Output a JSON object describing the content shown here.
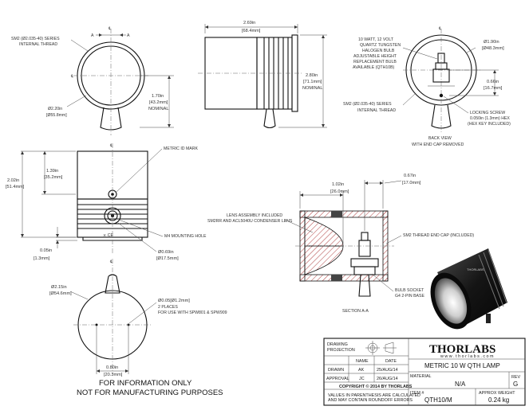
{
  "top_left": {
    "thread_label": [
      "SM2 (Ø2.035-40) SERIES",
      "INTERNAL THREAD"
    ],
    "diameter": [
      "Ø2.20in",
      "[Ø55.8mm]"
    ],
    "height": [
      "1.70in",
      "[43.2mm]",
      "NOMINAL"
    ],
    "section_mark": "A"
  },
  "top_middle": {
    "width": [
      "2.69in",
      "[68.4mm]"
    ],
    "length": [
      "2.80in",
      "[71.1mm]",
      "NOMINAL"
    ]
  },
  "back_view": {
    "bulb_label": [
      "10 WATT, 12 VOLT",
      "QUARTZ TUNGSTEN",
      "HALOGEN BULB",
      "ADJUSTABLE HEIGHT",
      "REPLACEMENT BULB",
      "AVAILABLE (QTH10B)"
    ],
    "diameter": [
      "Ø1.90in",
      "[Ø48.3mm]"
    ],
    "offset": [
      "0.66in",
      "[16.7mm]"
    ],
    "thread_label": [
      "SM2 (Ø2.035-40) SERIES",
      "INTERNAL THREAD"
    ],
    "screw_label": [
      "LOCKING SCREW",
      "0.050in (1.3mm) HEX",
      "(HEX KEY INCLUDED)"
    ],
    "caption": [
      "BACK VIEW",
      "WITH END CAP REMOVED"
    ]
  },
  "front_view": {
    "metric_mark": "METRIC ID MARK",
    "height_total": [
      "2.02in",
      "[51.4mm]"
    ],
    "height_upper": [
      "1.39in",
      "[35.2mm]"
    ],
    "mounting_hole": "M4 MOUNTING HOLE",
    "hole_diameter": [
      "Ø0.69in",
      "[Ø17.5mm]"
    ],
    "bottom_gap": [
      "0.05in",
      "[1.3mm]"
    ],
    "ce_mark": "⨯ CE"
  },
  "bottom_view": {
    "diameter": [
      "Ø2.15in",
      "[Ø54.6mm]"
    ],
    "holes": [
      "Ø0.05[Ø1.2mm]",
      "2 PLACES",
      "FOR USE WITH SPW801 & SPW909"
    ],
    "spacing": [
      "0.80in",
      "[20.3mm]"
    ]
  },
  "section": {
    "dim_a": [
      "1.02in",
      "[26.0mm]"
    ],
    "dim_b": [
      "0.67in",
      "[17.0mm]"
    ],
    "lens_label": [
      "LENS ASSEMBLY INCLUDED",
      "SM2RR AND ACL5040U CONDENSER LENS"
    ],
    "endcap_label": "SM2 THREAD END CAP (INCLUDED)",
    "socket_label": [
      "BULB SOCKET",
      "G4 2-PIN BASE"
    ],
    "caption": "SECTION A-A"
  },
  "notice": [
    "FOR INFORMATION ONLY",
    "NOT FOR MANUFACTURING PURPOSES"
  ],
  "title_block": {
    "projection_label": [
      "DRAWING",
      "PROJECTION"
    ],
    "logo": "THORLABS",
    "website": "w w w . t h o r l a b s . c o m",
    "name_header": "NAME",
    "date_header": "DATE",
    "drawn_label": "DRAWN",
    "drawn_name": "AK",
    "drawn_date": "25/AUG/14",
    "approval_label": "APPROVAL",
    "approval_name": "JC",
    "approval_date": "26/AUG/14",
    "title": "METRIC 10 W QTH LAMP",
    "material_label": "MATERIAL",
    "material_value": "N/A",
    "rev_label": "REV",
    "rev_value": "G",
    "copyright": "COPYRIGHT © 2014 BY THORLABS",
    "values_note": [
      "VALUES IN PARENTHESIS ARE CALCULATED",
      "AND MAY CONTAIN ROUNDOFF ERRORS"
    ],
    "item_label": "ITEM #",
    "item_value": "QTH10/M",
    "weight_label": "APPROX WEIGHT",
    "weight_value": "0.24 kg"
  }
}
